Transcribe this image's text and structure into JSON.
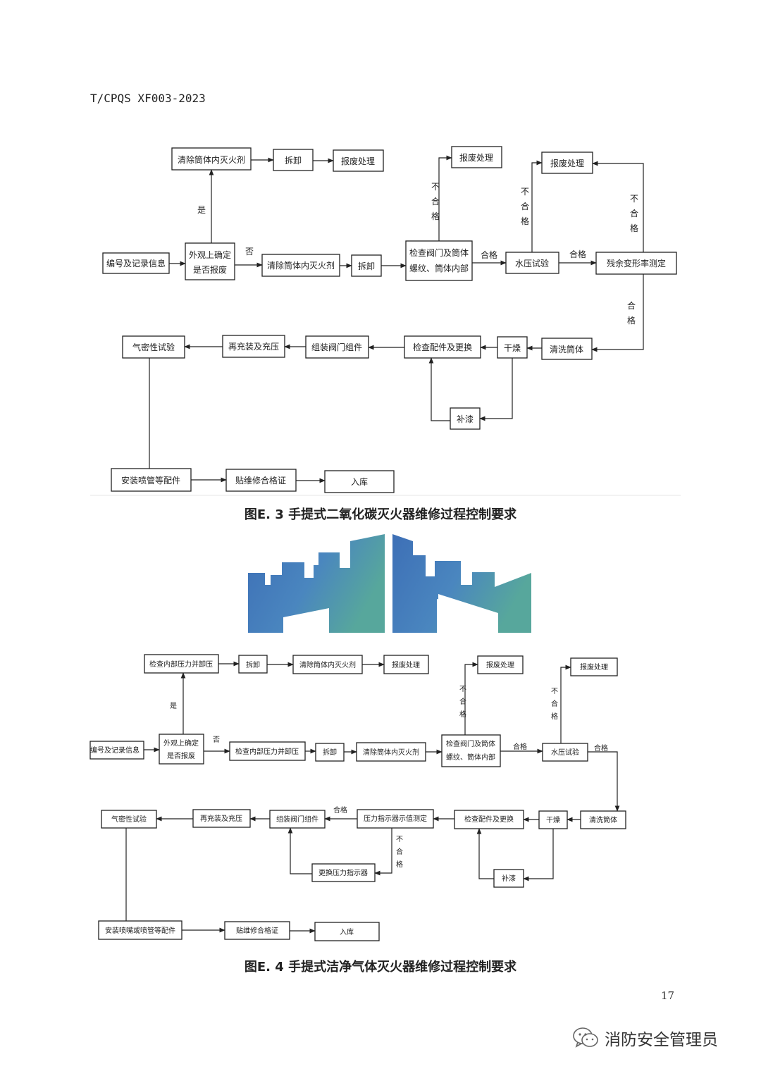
{
  "header": {
    "doc_code": "T/CPQS XF003-2023"
  },
  "fig3": {
    "caption": "图E. 3 手提式二氧化碳灭火器维修过程控制要求",
    "nodes": {
      "clear_top": "清除筒体内灭火剂",
      "disassemble_top": "拆卸",
      "scrap_top": "报废处理",
      "record": "编号及记录信息",
      "appearance_l1": "外观上确定",
      "appearance_l2": "是否报废",
      "clear_mid": "清除筒体内灭火剂",
      "disassemble_mid": "拆卸",
      "check_valve_l1": "检查阀门及筒体",
      "check_valve_l2": "螺纹、筒体内部",
      "scrap_valve": "报废处理",
      "hydro": "水压试验",
      "scrap_hydro": "报废处理",
      "residual": "残余变形率测定",
      "clean": "清洗筒体",
      "dry": "干燥",
      "check_parts": "检查配件及更换",
      "assemble": "组装阀门组件",
      "recharge": "再充装及充压",
      "airtight": "气密性试验",
      "touchup": "补漆",
      "install": "安装喷管等配件",
      "label": "贴维修合格证",
      "storage": "入库"
    },
    "labels": {
      "yes": "是",
      "no": "否",
      "pass": "合格",
      "fail_v": [
        "不",
        "合",
        "格"
      ],
      "pass_v": [
        "合",
        "格"
      ]
    }
  },
  "fig4": {
    "caption": "图E. 4 手提式洁净气体灭火器维修过程控制要求",
    "nodes": {
      "check_pressure_top": "检查内部压力并卸压",
      "disassemble_top": "拆卸",
      "clear_top": "清除筒体内灭火剂",
      "scrap_top": "报废处理",
      "record": "编号及记录信息",
      "appearance_l1": "外观上确定",
      "appearance_l2": "是否报废",
      "check_pressure_mid": "检查内部压力并卸压",
      "disassemble_mid": "拆卸",
      "clear_mid": "清除筒体内灭火剂",
      "check_valve_l1": "检查阀门及筒体",
      "check_valve_l2": "螺纹、筒体内部",
      "scrap_valve": "报废处理",
      "hydro": "水压试验",
      "scrap_hydro": "报废处理",
      "clean": "清洗筒体",
      "dry": "干燥",
      "check_parts": "检查配件及更换",
      "pressure_indicator": "压力指示器示值测定",
      "assemble": "组装阀门组件",
      "recharge": "再充装及充压",
      "airtight": "气密性试验",
      "touchup": "补漆",
      "replace_indicator": "更换压力指示器",
      "install": "安装喷嘴或喷管等配件",
      "label": "贴维修合格证",
      "storage": "入库"
    },
    "labels": {
      "yes": "是",
      "no": "否",
      "pass": "合格",
      "fail_v": [
        "不",
        "合",
        "格"
      ]
    }
  },
  "page_number": "17",
  "watermark": {
    "text": "消防安全管理员",
    "icon": "wechat-icon"
  },
  "colors": {
    "logo_start": "#3d6fb6",
    "logo_end": "#57a79c"
  }
}
